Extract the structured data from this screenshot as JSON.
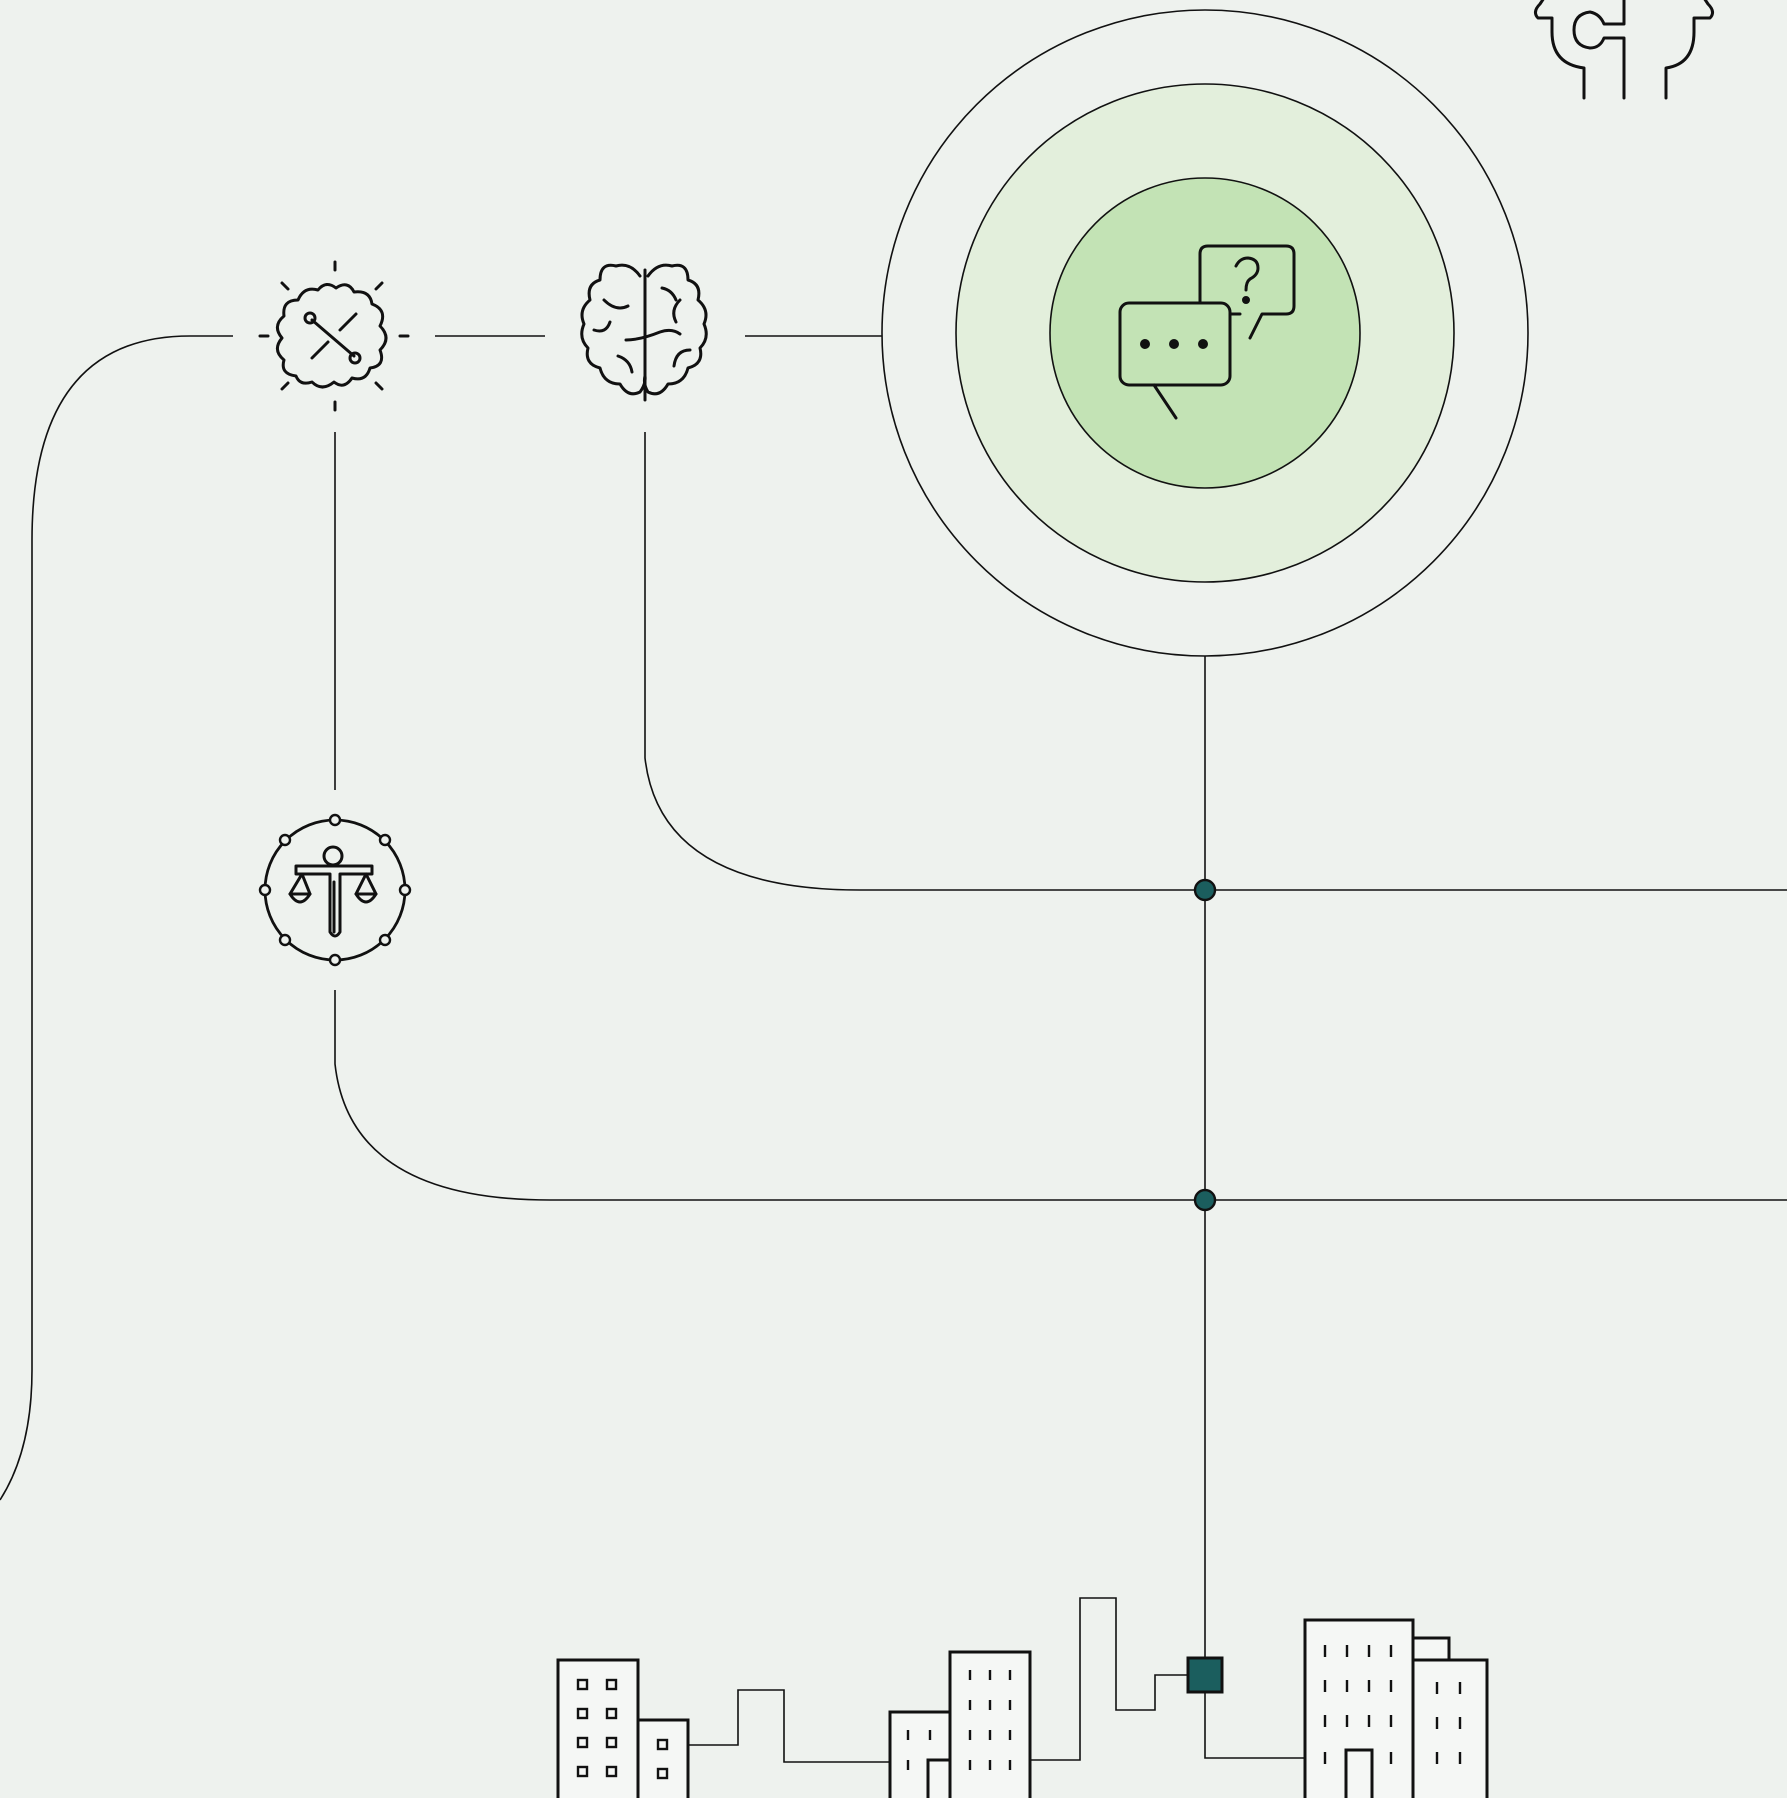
{
  "diagram": {
    "colors": {
      "background": "#eef2ee",
      "stroke": "#111111",
      "outer_ring": "#eef2ee",
      "middle_ring": "#e3efdc",
      "inner_ring": "#c3e3b5",
      "node_fill": "#1b5e5e",
      "building_fill": "#f5f7f5"
    },
    "nodes": [
      {
        "id": "tools-idea",
        "icon": "brain-tools-icon"
      },
      {
        "id": "brain",
        "icon": "brain-icon"
      },
      {
        "id": "dialogue",
        "icon": "speech-bubbles-icon",
        "bubble_marks": [
          "...",
          "?"
        ]
      },
      {
        "id": "ethics",
        "icon": "scales-person-icon"
      },
      {
        "id": "puzzle",
        "icon": "puzzle-piece-icon"
      },
      {
        "id": "city",
        "icon": "city-skyline-icon"
      }
    ],
    "junctions": [
      {
        "id": "junction-1",
        "shape": "circle"
      },
      {
        "id": "junction-2",
        "shape": "circle"
      },
      {
        "id": "junction-3",
        "shape": "square"
      }
    ]
  }
}
